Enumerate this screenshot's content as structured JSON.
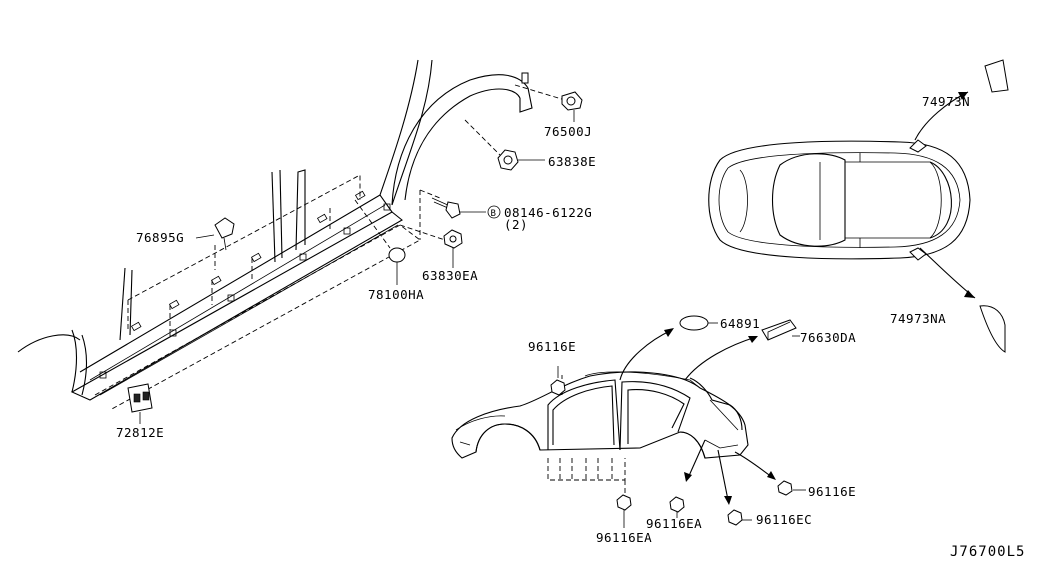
{
  "labels": {
    "p_76500J": "76500J",
    "p_63838E": "63838E",
    "p_08146": "08146-6122G",
    "p_08146_qty": "(2)",
    "p_08146_mark": "B",
    "p_76895G": "76895G",
    "p_63830EA": "63830EA",
    "p_78100HA": "78100HA",
    "p_72812E": "72812E",
    "p_74973N": "74973N",
    "p_74973NA": "74973NA",
    "p_64891": "64891",
    "p_76630DA": "76630DA",
    "p_96116E_a": "96116E",
    "p_96116E_b": "96116E",
    "p_96116EA_a": "96116EA",
    "p_96116EA_b": "96116EA",
    "p_96116EC": "96116EC"
  },
  "drawing_code": "J76700L5"
}
